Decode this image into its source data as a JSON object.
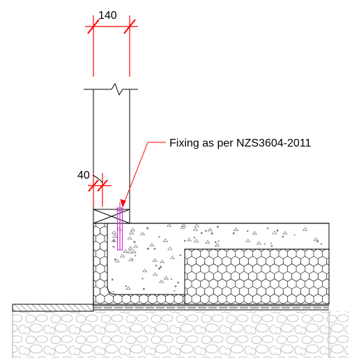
{
  "drawing": {
    "dimension_top": "140",
    "dimension_left": "40",
    "annotation": "Fixing as per NZS3604-2011"
  },
  "colors": {
    "dimension": "#ff0000",
    "fixing": "#cc33cc",
    "line": "#000000",
    "hatch": "#555555",
    "ground_fill": "#e8e8e8",
    "ground_stroke": "#b0b0b0"
  }
}
